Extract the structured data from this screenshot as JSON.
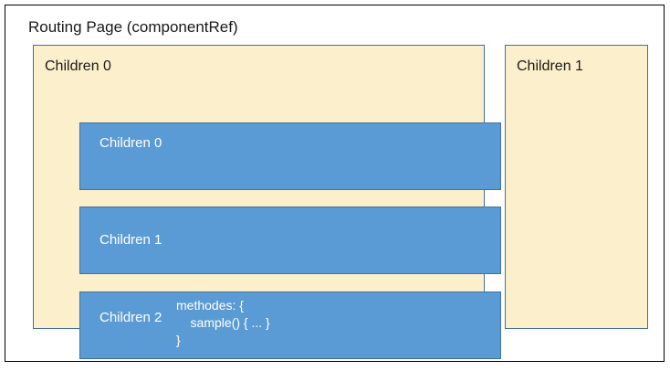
{
  "diagram": {
    "title": "Routing Page (componentRef)",
    "colors": {
      "panel_fill": "#FCEFCB",
      "panel_border": "#41719C",
      "box_fill": "#5B9BD5",
      "box_border": "#41719C",
      "frame_border": "#000000",
      "box_text": "#FFFFFF",
      "label_text": "#1A1A1A"
    },
    "panels": [
      {
        "label": "Children 0",
        "boxes": [
          {
            "label": "Children 0",
            "code": ""
          },
          {
            "label": "Children 1",
            "code": ""
          },
          {
            "label": "Children 2",
            "code": "methodes: {\n    sample() { ... }\n}"
          }
        ]
      },
      {
        "label": "Children 1",
        "boxes": []
      }
    ]
  }
}
